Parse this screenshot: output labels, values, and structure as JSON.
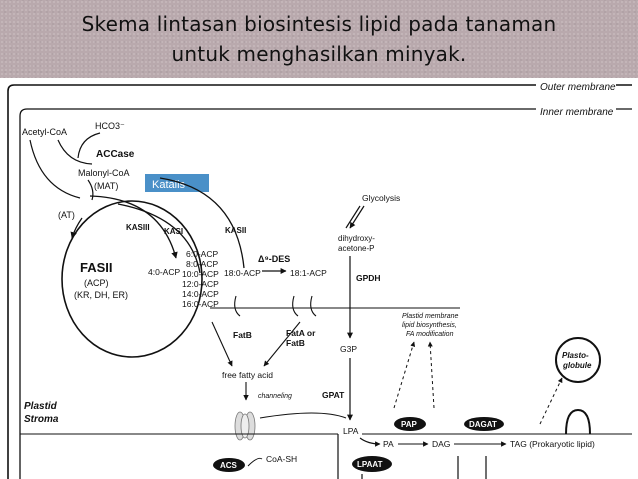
{
  "slide": {
    "title_line1": "Skema lintasan biosintesis lipid pada tanaman",
    "title_line2": "untuk menghasilkan minyak.",
    "callout": "Katalis",
    "callout_color": "#4a90c8",
    "title_bar_color": "#b9a9ad"
  },
  "diagram": {
    "outer_membrane": "Outer membrane",
    "inner_membrane": "Inner membrane",
    "acetyl_coa": "Acetyl-CoA",
    "hco3": "HCO3⁻",
    "accase": "ACCase",
    "malonyl_coa": "Malonyl-CoA",
    "mat": "(MAT)",
    "at": "(AT)",
    "kasiii": "KASIII",
    "kasi": "KASI",
    "kasii": "KASII",
    "fasii": "FASII",
    "acp": "(ACP)",
    "kr_dh_er": "(KR, DH, ER)",
    "c40": "4:0-ACP",
    "c60": "6:0-ACP",
    "c80": "8:0-ACP",
    "c100": "10:0-ACP",
    "c120": "12:0-ACP",
    "c140": "14:0-ACP",
    "c160": "16:0-ACP",
    "c180": "18:0-ACP",
    "d9_des": "Δ⁹-DES",
    "c181": "18:1-ACP",
    "glycolysis": "Glycolysis",
    "dhap1": "dihydroxy-",
    "dhap2": "acetone-P",
    "gpdh": "GPDH",
    "g3p": "G3P",
    "fatb": "FatB",
    "fata1": "FatA or",
    "fata2": "FatB",
    "free_fa": "free fatty acid",
    "channeling": "channeling",
    "gpat": "GPAT",
    "plastid_membrane1": "Plastid membrane",
    "plastid_membrane2": "lipid biosynthesis,",
    "plastid_membrane3": "FA modification",
    "plastoglobule1": "Plasto-",
    "plastoglobule2": "globule",
    "stroma1": "Plastid",
    "stroma2": "Stroma",
    "lpa": "LPA",
    "pa": "PA",
    "dag": "DAG",
    "tag": "TAG (Prokaryotic lipid)",
    "pap": "PAP",
    "dagat": "DAGAT",
    "acs": "ACS",
    "coa_sh": "CoA-SH",
    "lpaat": "LPAAT"
  }
}
